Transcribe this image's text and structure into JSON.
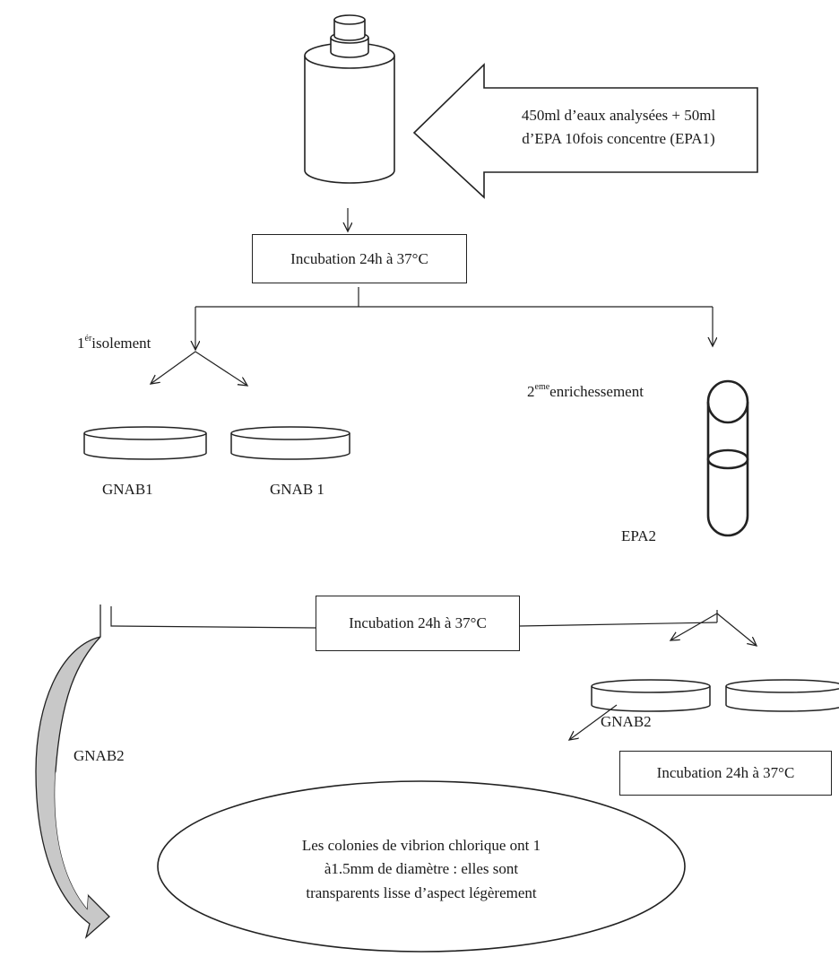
{
  "input_arrow": {
    "line1": "450ml d’eaux analysées + 50ml",
    "line2": "d’EPA 10fois concentre (EPA1)"
  },
  "incubation_1": "Incubation 24h à 37°C",
  "first_isolation": {
    "prefix": "1",
    "sup": "ér",
    "text": "isolement"
  },
  "second_enrichment": {
    "prefix": "2",
    "sup": "eme",
    "text": "enrichessement"
  },
  "plates": {
    "left_1": "GNAB1",
    "left_2": "GNAB 1",
    "right": "GNAB2"
  },
  "tube_label": "EPA2",
  "incubation_2": "Incubation 24h à 37°C",
  "incubation_3": "Incubation 24h à 37°C",
  "left_label": "GNAB2",
  "result": {
    "line1": "Les colonies de vibrion chlorique ont 1",
    "line2": "à1.5mm de diamètre : elles sont",
    "line3": "transparents lisse d’aspect légèrement"
  },
  "colors": {
    "stroke": "#222222",
    "curved_arrow_fill": "#c8c8c8"
  }
}
